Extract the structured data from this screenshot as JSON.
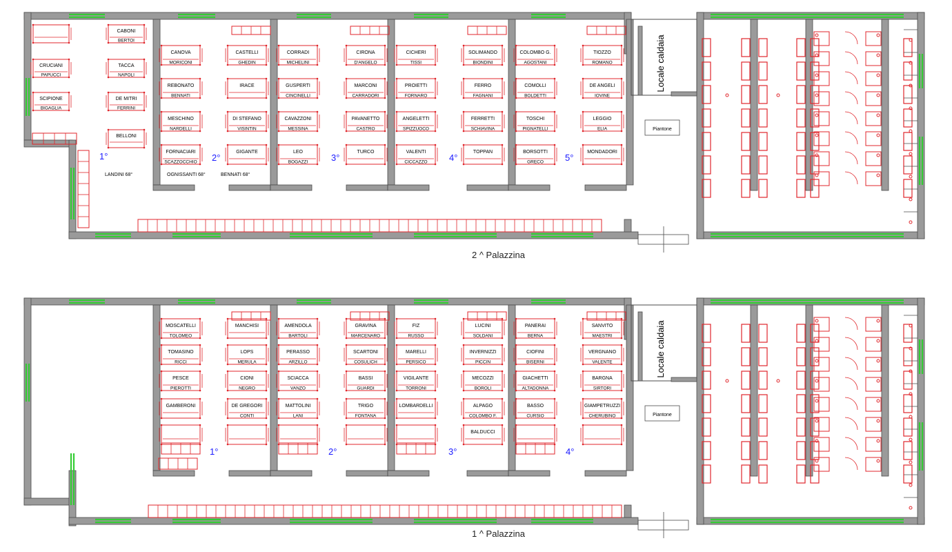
{
  "colors": {
    "wall": "#9a9a9a",
    "wall_edge": "#4a4a4a",
    "window": "#33cc33",
    "furniture": "#e0262b",
    "number_label": "#1a1aff",
    "text": "#000000"
  },
  "buildings": [
    {
      "key": "top",
      "caption": "2 ^ Palazzina",
      "boiler_label": "Locale caldaia",
      "guard_label": "Piantone",
      "left_room": {
        "beds": [
          {
            "n1": "",
            "n2": ""
          },
          {
            "n1": "CABONI",
            "n2": "BERTOI"
          },
          {
            "n1": "CRUCIANI",
            "n2": "PAPUCCI"
          },
          {
            "n1": "TACCA",
            "n2": "NAPOLI"
          },
          {
            "n1": "SCIPIONE",
            "n2": "BIGAGLIA"
          },
          {
            "n1": "DE MITRI",
            "n2": "FERRINI"
          },
          {
            "n1": "BELLONI",
            "n2": ""
          }
        ],
        "notes": [
          "LANDINI 68°",
          "OGNISSANTI 68°",
          "BENNATI 68°"
        ]
      },
      "room_numbers": [
        "1°",
        "2°",
        "3°",
        "4°",
        "5°"
      ],
      "bays": [
        {
          "left": [
            {
              "n1": "CANOVA",
              "n2": "MORICONI"
            },
            {
              "n1": "REBONATO",
              "n2": "BENNATI"
            },
            {
              "n1": "MESCHINO",
              "n2": "NARDELLI"
            },
            {
              "n1": "FORNACIARI",
              "n2": "SCAZZOCCHIO"
            }
          ],
          "right": [
            {
              "n1": "CASTELLI",
              "n2": "GHEDIN"
            },
            {
              "n1": "IRACE",
              "n2": ""
            },
            {
              "n1": "DI STEFANO",
              "n2": "VISINTIN"
            },
            {
              "n1": "GIGANTE",
              "n2": ""
            }
          ]
        },
        {
          "left": [
            {
              "n1": "CORRADI",
              "n2": "MICHELINI"
            },
            {
              "n1": "GUSPERTI",
              "n2": "CINCINELLI"
            },
            {
              "n1": "CAVAZZONI",
              "n2": "MESSINA"
            },
            {
              "n1": "LEO",
              "n2": "BOGAZZI"
            }
          ],
          "right": [
            {
              "n1": "CIRONA",
              "n2": "D'ANGELO"
            },
            {
              "n1": "MARCONI",
              "n2": "CARRADORI"
            },
            {
              "n1": "PAVANETTO",
              "n2": "CASTRO"
            },
            {
              "n1": "TURCO",
              "n2": ""
            }
          ]
        },
        {
          "left": [
            {
              "n1": "CICHERI",
              "n2": "TISSI"
            },
            {
              "n1": "PROIETTI",
              "n2": "FORNARO"
            },
            {
              "n1": "ANGELETTI",
              "n2": "SPIZZUOCO"
            },
            {
              "n1": "VALENTI",
              "n2": "CICCAZZO"
            }
          ],
          "right": [
            {
              "n1": "SOLIMANDO",
              "n2": "BIONDINI"
            },
            {
              "n1": "FERRO",
              "n2": "FAGNANI"
            },
            {
              "n1": "FERRETTI",
              "n2": "SCHIAVINA"
            },
            {
              "n1": "TOPPAN",
              "n2": ""
            }
          ]
        },
        {
          "left": [
            {
              "n1": "COLOMBO G.",
              "n2": "AGOSTANI"
            },
            {
              "n1": "COMOLLI",
              "n2": "BOLDETTI"
            },
            {
              "n1": "TOSCHI",
              "n2": "PIGNATELLI"
            },
            {
              "n1": "BORSOTTI",
              "n2": "GRECO"
            }
          ],
          "right": [
            {
              "n1": "TIOZZO",
              "n2": "ROMANO"
            },
            {
              "n1": "DE ANGELI",
              "n2": "IOVINE"
            },
            {
              "n1": "LEGGIO",
              "n2": "ELIA"
            },
            {
              "n1": "MONDADORI",
              "n2": ""
            }
          ]
        }
      ]
    },
    {
      "key": "bot",
      "caption": "1 ^ Palazzina",
      "boiler_label": "Locale caldaia",
      "guard_label": "Piantone",
      "left_room": {
        "beds": [],
        "notes": []
      },
      "room_numbers": [
        "1°",
        "2°",
        "3°",
        "4°"
      ],
      "bays": [
        {
          "left": [
            {
              "n1": "MOSCATELLI",
              "n2": "TOLOMEO"
            },
            {
              "n1": "TOMASINO",
              "n2": "RICCI"
            },
            {
              "n1": "PESCE",
              "n2": "PIEROTTI"
            },
            {
              "n1": "GAMBERONI",
              "n2": ""
            },
            {
              "n1": "",
              "n2": ""
            }
          ],
          "right": [
            {
              "n1": "MANCHISI",
              "n2": ""
            },
            {
              "n1": "LOPS",
              "n2": "MERULA"
            },
            {
              "n1": "CIONI",
              "n2": "NEGRO"
            },
            {
              "n1": "DE GREGORI",
              "n2": "CONTI"
            },
            {
              "n1": "",
              "n2": ""
            }
          ]
        },
        {
          "left": [
            {
              "n1": "AMENDOLA",
              "n2": "BARTOLI"
            },
            {
              "n1": "PERASSO",
              "n2": "ARZILLO"
            },
            {
              "n1": "SCIACCA",
              "n2": "VANZO"
            },
            {
              "n1": "MATTOLINI",
              "n2": "LANI"
            },
            {
              "n1": "",
              "n2": ""
            }
          ],
          "right": [
            {
              "n1": "GRAVINA",
              "n2": "MARCENARO"
            },
            {
              "n1": "SCARTONI",
              "n2": "COSULICH"
            },
            {
              "n1": "BASSI",
              "n2": "GUARDI"
            },
            {
              "n1": "TRIGO",
              "n2": "FONTANA"
            },
            {
              "n1": "",
              "n2": ""
            }
          ]
        },
        {
          "left": [
            {
              "n1": "FIZ",
              "n2": "RUSSO"
            },
            {
              "n1": "MARELLI",
              "n2": "PERSICO"
            },
            {
              "n1": "VIGILANTE",
              "n2": "TORRONI"
            },
            {
              "n1": "LOMBARDELLI",
              "n2": ""
            },
            {
              "n1": "",
              "n2": ""
            }
          ],
          "right": [
            {
              "n1": "LUCINI",
              "n2": "SOLDANI"
            },
            {
              "n1": "INVERNIZZI",
              "n2": "PICCIN"
            },
            {
              "n1": "MECOZZI",
              "n2": "BOROLI"
            },
            {
              "n1": "ALPAGO",
              "n2": "COLOMBO F."
            },
            {
              "n1": "BALDUCCI",
              "n2": ""
            }
          ]
        },
        {
          "left": [
            {
              "n1": "PANERAI",
              "n2": "BERNA"
            },
            {
              "n1": "CIOFINI",
              "n2": "BISERNI"
            },
            {
              "n1": "GIACHETTI",
              "n2": "ALTADONNA"
            },
            {
              "n1": "BASSO",
              "n2": "CURSIO"
            },
            {
              "n1": "",
              "n2": ""
            }
          ],
          "right": [
            {
              "n1": "SANVITO",
              "n2": "MAESTRI"
            },
            {
              "n1": "VERGNANO",
              "n2": "VALENTE"
            },
            {
              "n1": "BARGNA",
              "n2": "SIRTORI"
            },
            {
              "n1": "GIAMPETRUZZI",
              "n2": "CHERUBINO"
            },
            {
              "n1": "",
              "n2": ""
            }
          ]
        }
      ]
    }
  ]
}
